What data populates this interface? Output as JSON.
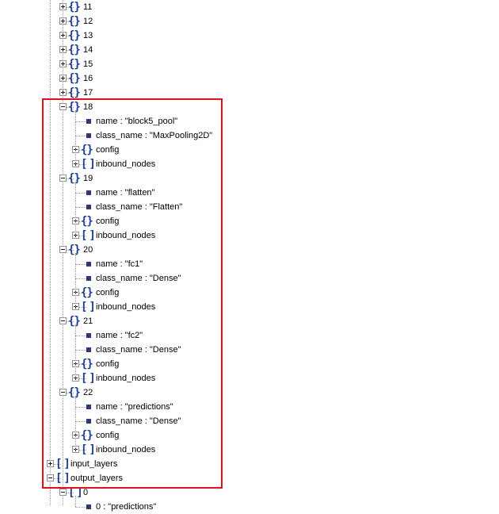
{
  "highlight": {
    "color": "#e0101f"
  },
  "tree": [
    {
      "d": 2,
      "t": "obj",
      "ex": false,
      "k": "11"
    },
    {
      "d": 2,
      "t": "obj",
      "ex": false,
      "k": "12"
    },
    {
      "d": 2,
      "t": "obj",
      "ex": false,
      "k": "13"
    },
    {
      "d": 2,
      "t": "obj",
      "ex": false,
      "k": "14"
    },
    {
      "d": 2,
      "t": "obj",
      "ex": false,
      "k": "15"
    },
    {
      "d": 2,
      "t": "obj",
      "ex": false,
      "k": "16"
    },
    {
      "d": 2,
      "t": "obj",
      "ex": false,
      "k": "17"
    },
    {
      "d": 2,
      "t": "obj",
      "ex": true,
      "k": "18"
    },
    {
      "d": 3,
      "t": "val",
      "k": "name",
      "v": "\"block5_pool\""
    },
    {
      "d": 3,
      "t": "val",
      "k": "class_name",
      "v": "\"MaxPooling2D\""
    },
    {
      "d": 3,
      "t": "obj",
      "ex": false,
      "k": "config"
    },
    {
      "d": 3,
      "t": "arr",
      "ex": false,
      "k": "inbound_nodes"
    },
    {
      "d": 2,
      "t": "obj",
      "ex": true,
      "k": "19"
    },
    {
      "d": 3,
      "t": "val",
      "k": "name",
      "v": "\"flatten\""
    },
    {
      "d": 3,
      "t": "val",
      "k": "class_name",
      "v": "\"Flatten\""
    },
    {
      "d": 3,
      "t": "obj",
      "ex": false,
      "k": "config"
    },
    {
      "d": 3,
      "t": "arr",
      "ex": false,
      "k": "inbound_nodes"
    },
    {
      "d": 2,
      "t": "obj",
      "ex": true,
      "k": "20"
    },
    {
      "d": 3,
      "t": "val",
      "k": "name",
      "v": "\"fc1\""
    },
    {
      "d": 3,
      "t": "val",
      "k": "class_name",
      "v": "\"Dense\""
    },
    {
      "d": 3,
      "t": "obj",
      "ex": false,
      "k": "config"
    },
    {
      "d": 3,
      "t": "arr",
      "ex": false,
      "k": "inbound_nodes"
    },
    {
      "d": 2,
      "t": "obj",
      "ex": true,
      "k": "21"
    },
    {
      "d": 3,
      "t": "val",
      "k": "name",
      "v": "\"fc2\""
    },
    {
      "d": 3,
      "t": "val",
      "k": "class_name",
      "v": "\"Dense\""
    },
    {
      "d": 3,
      "t": "obj",
      "ex": false,
      "k": "config"
    },
    {
      "d": 3,
      "t": "arr",
      "ex": false,
      "k": "inbound_nodes"
    },
    {
      "d": 2,
      "t": "obj",
      "ex": true,
      "k": "22"
    },
    {
      "d": 3,
      "t": "val",
      "k": "name",
      "v": "\"predictions\""
    },
    {
      "d": 3,
      "t": "val",
      "k": "class_name",
      "v": "\"Dense\""
    },
    {
      "d": 3,
      "t": "obj",
      "ex": false,
      "k": "config"
    },
    {
      "d": 3,
      "t": "arr",
      "ex": false,
      "k": "inbound_nodes"
    },
    {
      "d": 1,
      "t": "arr",
      "ex": false,
      "k": "input_layers"
    },
    {
      "d": 1,
      "t": "arr",
      "ex": true,
      "k": "output_layers"
    },
    {
      "d": 2,
      "t": "arr",
      "ex": true,
      "k": "0"
    },
    {
      "d": 3,
      "t": "val",
      "k": "0",
      "v": "\"predictions\""
    }
  ]
}
